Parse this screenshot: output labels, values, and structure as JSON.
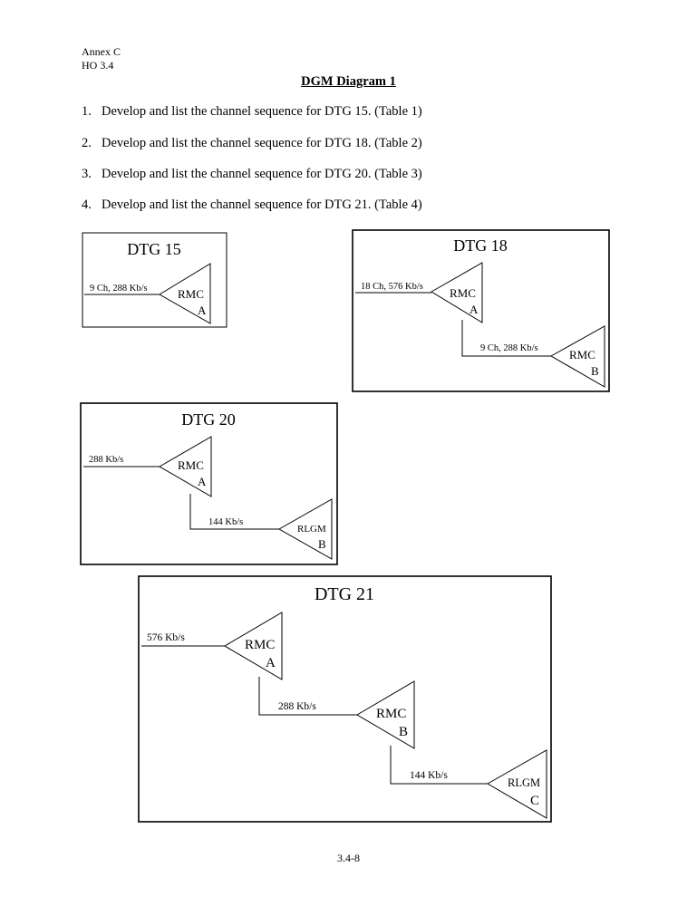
{
  "header": {
    "line1": "Annex C",
    "line2": "HO 3.4"
  },
  "title": "DGM Diagram 1",
  "tasks": [
    {
      "num": "1.",
      "text": "Develop and list the channel sequence for DTG 15.  (Table 1)"
    },
    {
      "num": "2.",
      "text": "Develop and list the channel sequence for DTG 18.  (Table 2)"
    },
    {
      "num": "3.",
      "text": "Develop and list the channel sequence for DTG 20.  (Table 3)"
    },
    {
      "num": "4.",
      "text": "Develop and list the channel sequence for DTG 21.  (Table 4)"
    }
  ],
  "diagrams": {
    "dtg15": {
      "title": "DTG 15",
      "in_label": "9 Ch, 288 Kb/s",
      "node1_name": "RMC",
      "node1_id": "A"
    },
    "dtg18": {
      "title": "DTG 18",
      "in_label": "18 Ch, 576 Kb/s",
      "node1_name": "RMC",
      "node1_id": "A",
      "link_label": "9 Ch, 288 Kb/s",
      "node2_name": "RMC",
      "node2_id": "B"
    },
    "dtg20": {
      "title": "DTG 20",
      "in_label": "288 Kb/s",
      "node1_name": "RMC",
      "node1_id": "A",
      "link_label": "144 Kb/s",
      "node2_name": "RLGM",
      "node2_id": "B"
    },
    "dtg21": {
      "title": "DTG 21",
      "in_label": "576 Kb/s",
      "node1_name": "RMC",
      "node1_id": "A",
      "link1_label": "288 Kb/s",
      "node2_name": "RMC",
      "node2_id": "B",
      "link2_label": "144 Kb/s",
      "node3_name": "RLGM",
      "node3_id": "C"
    }
  },
  "footer": {
    "page_number": "3.4-8"
  }
}
